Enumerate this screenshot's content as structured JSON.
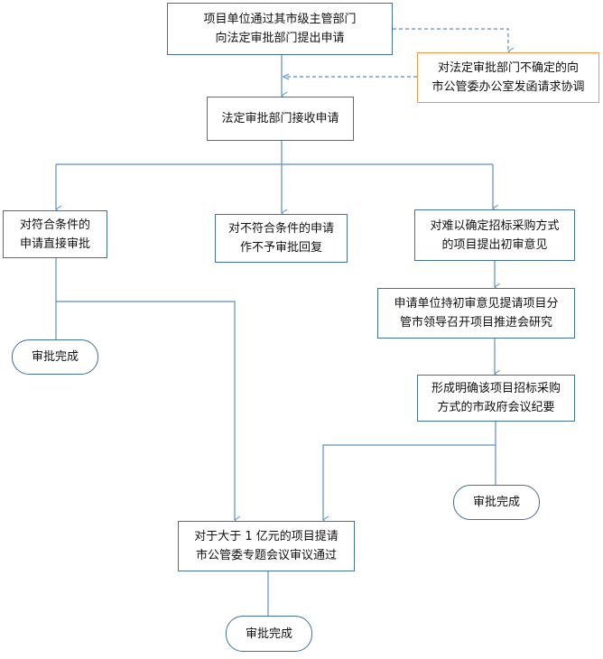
{
  "nodes": {
    "submit": {
      "line1": "项目单位通过其市级主管部门",
      "line2": "向法定审批部门提出申请"
    },
    "coordinate": {
      "line1": "对法定审批部门不确定的向",
      "line2": "市公管委办公室发函请求协调"
    },
    "receive": {
      "line1": "法定审批部门接收申请"
    },
    "approve_direct": {
      "line1": "对符合条件的",
      "line2": "申请直接审批"
    },
    "reject": {
      "line1": "对不符合条件的申请",
      "line2": "作不予审批回复"
    },
    "preliminary": {
      "line1": "对难以确定招标采购方式",
      "line2": "的项目提出初审意见"
    },
    "leader_meeting": {
      "line1": "申请单位持初审意见提请项目分",
      "line2": "管市领导召开项目推进会研究"
    },
    "minutes": {
      "line1": "形成明确该项目招标采购",
      "line2": "方式的市政府会议纪要"
    },
    "large_project": {
      "line1": "对于大于 1 亿元的项目提请",
      "line2": "市公管委专题会议审议通过"
    },
    "done_left": {
      "line1": "审批完成"
    },
    "done_right": {
      "line1": "审批完成"
    },
    "done_bottom": {
      "line1": "审批完成"
    }
  },
  "colors": {
    "line": "#5b8cc8",
    "border": "#41719c",
    "accent": "#f79646"
  }
}
